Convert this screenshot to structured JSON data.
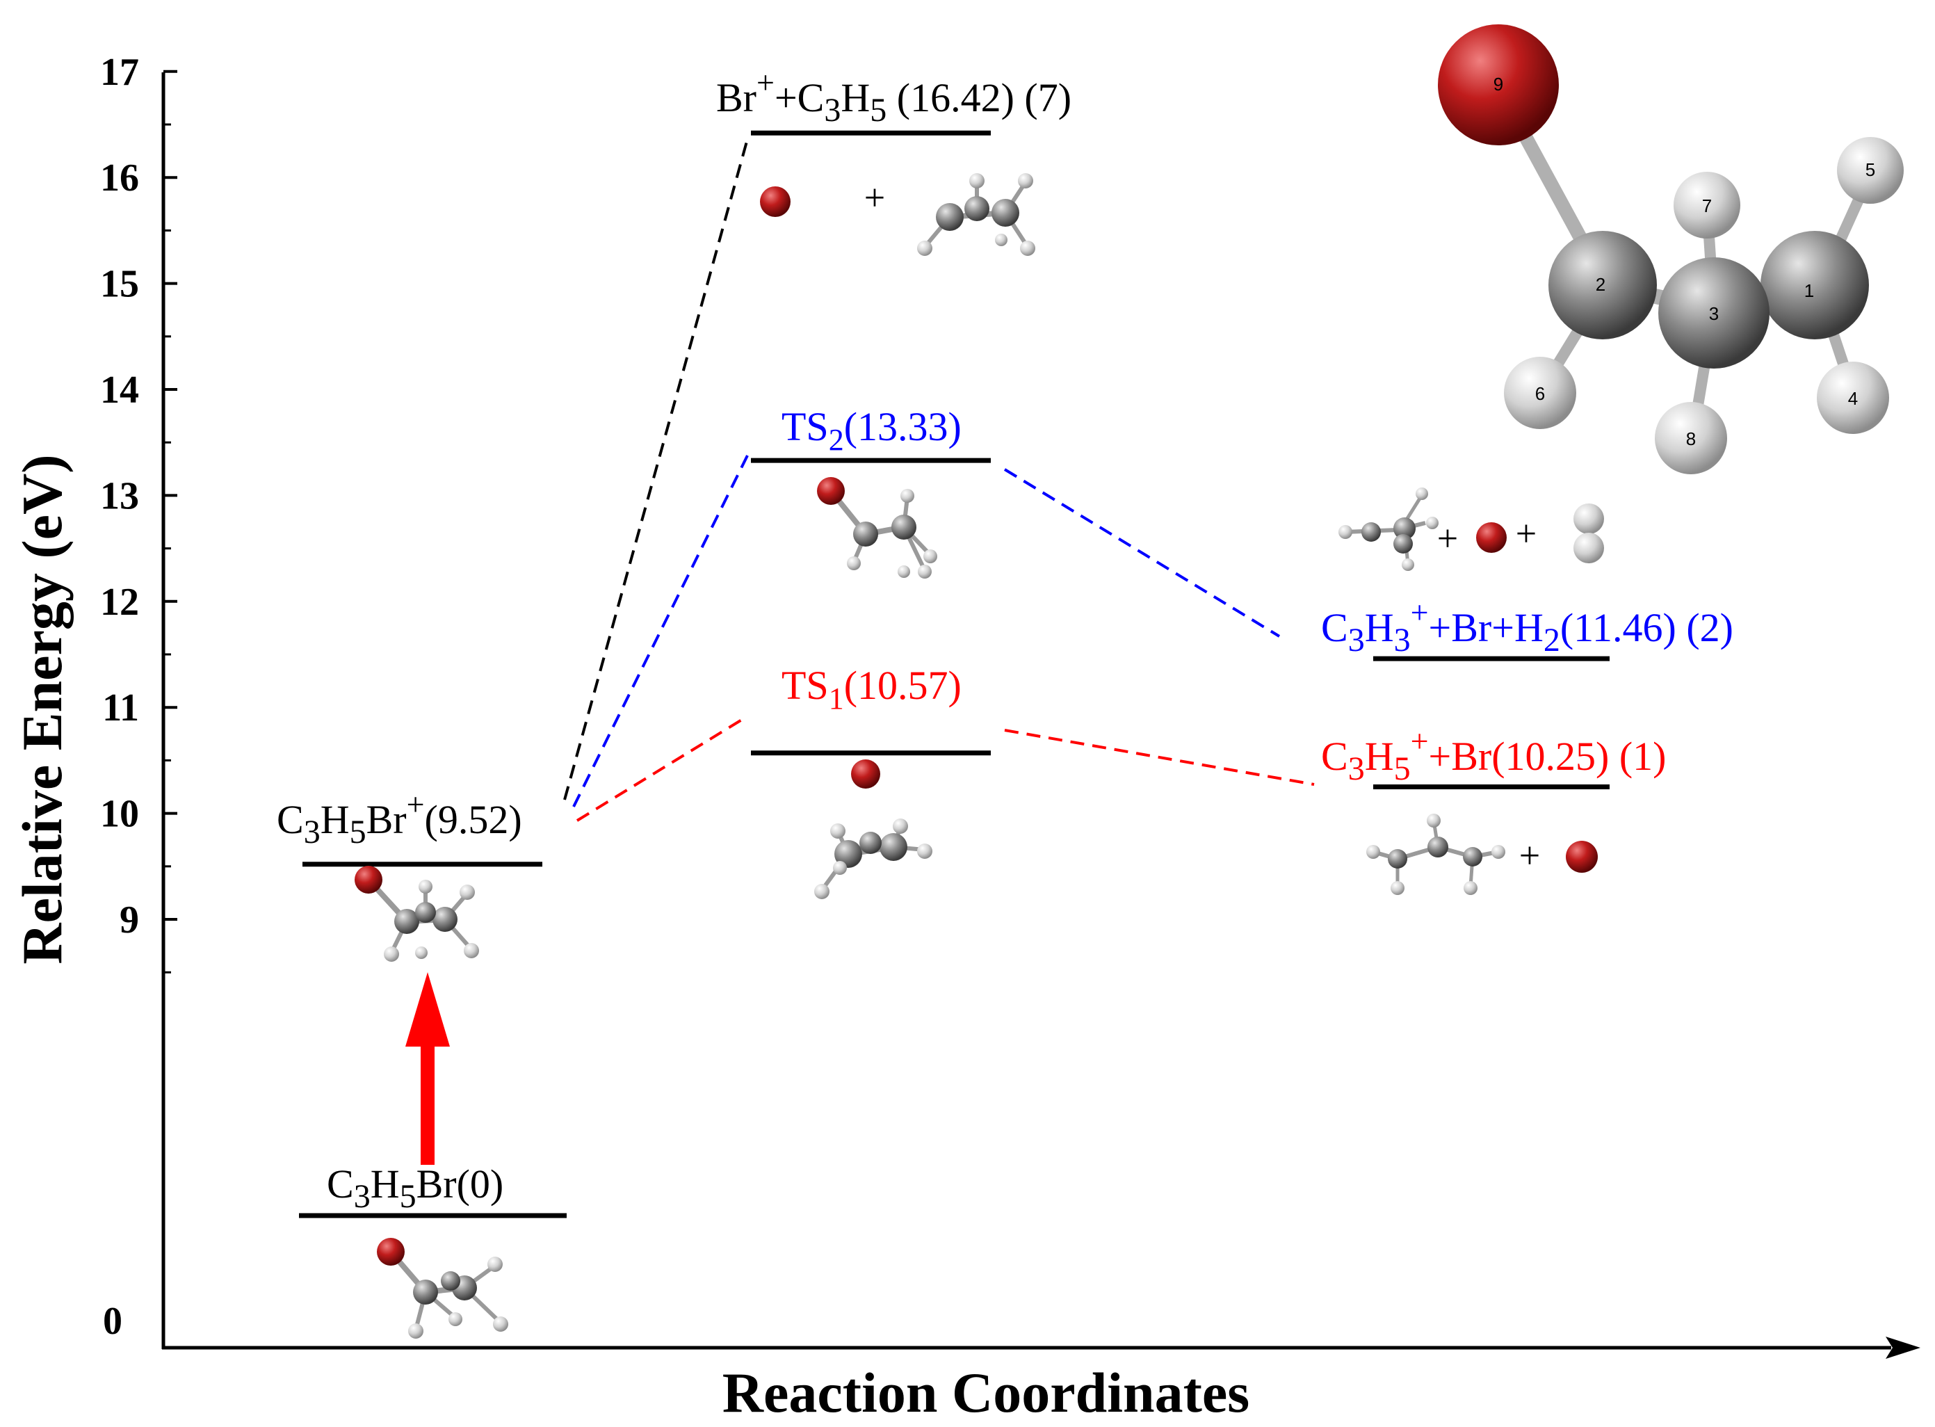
{
  "chart_data": {
    "type": "energy-level-diagram",
    "ylabel": "Relative Energy (eV)",
    "xlabel": "Reaction Coordinates",
    "y_axis_ticks": [
      "9",
      "10",
      "11",
      "12",
      "13",
      "14",
      "15",
      "16",
      "17"
    ],
    "y_axis_origin_label": "0",
    "levels": [
      {
        "id": "reactant",
        "energy": 0,
        "label_text": "C3H5Br(0)"
      },
      {
        "id": "cation",
        "energy": 9.52,
        "label_text": "C3H5Br+(9.52)"
      },
      {
        "id": "ts1",
        "energy": 10.57,
        "label_text": "TS1(10.57)"
      },
      {
        "id": "ts2",
        "energy": 13.33,
        "label_text": "TS2(13.33)"
      },
      {
        "id": "dissoc",
        "energy": 16.42,
        "label_text": "Br+ +C3H5 (16.42) (7)"
      },
      {
        "id": "p1",
        "energy": 10.25,
        "label_text": "C3H5+ +Br(10.25) (1)"
      },
      {
        "id": "p2",
        "energy": 11.46,
        "label_text": "C3H3+ +Br+H2(11.46) (2)"
      }
    ],
    "pathways": [
      {
        "from": "cation",
        "to": "dissoc",
        "color": "#000000"
      },
      {
        "from": "cation",
        "to": "ts2",
        "color": "#0000ff"
      },
      {
        "from": "ts2",
        "to": "p2",
        "color": "#0000ff"
      },
      {
        "from": "cation",
        "to": "ts1",
        "color": "#ff0000"
      },
      {
        "from": "ts1",
        "to": "p1",
        "color": "#ff0000"
      }
    ],
    "excitation_arrow": {
      "from": "reactant",
      "to": "cation",
      "color": "#ff0000"
    },
    "molecule_atom_numbers": [
      "1",
      "2",
      "3",
      "4",
      "5",
      "6",
      "7",
      "8",
      "9"
    ],
    "plus_sign": "+"
  },
  "colors": {
    "axis": "#000000",
    "red_path": "#ff0000",
    "blue_path": "#0000ff",
    "black_path": "#000000",
    "bromine_atom": "#b01818",
    "carbon_atom": "#808080",
    "hydrogen_atom": "#d8d8d8"
  }
}
